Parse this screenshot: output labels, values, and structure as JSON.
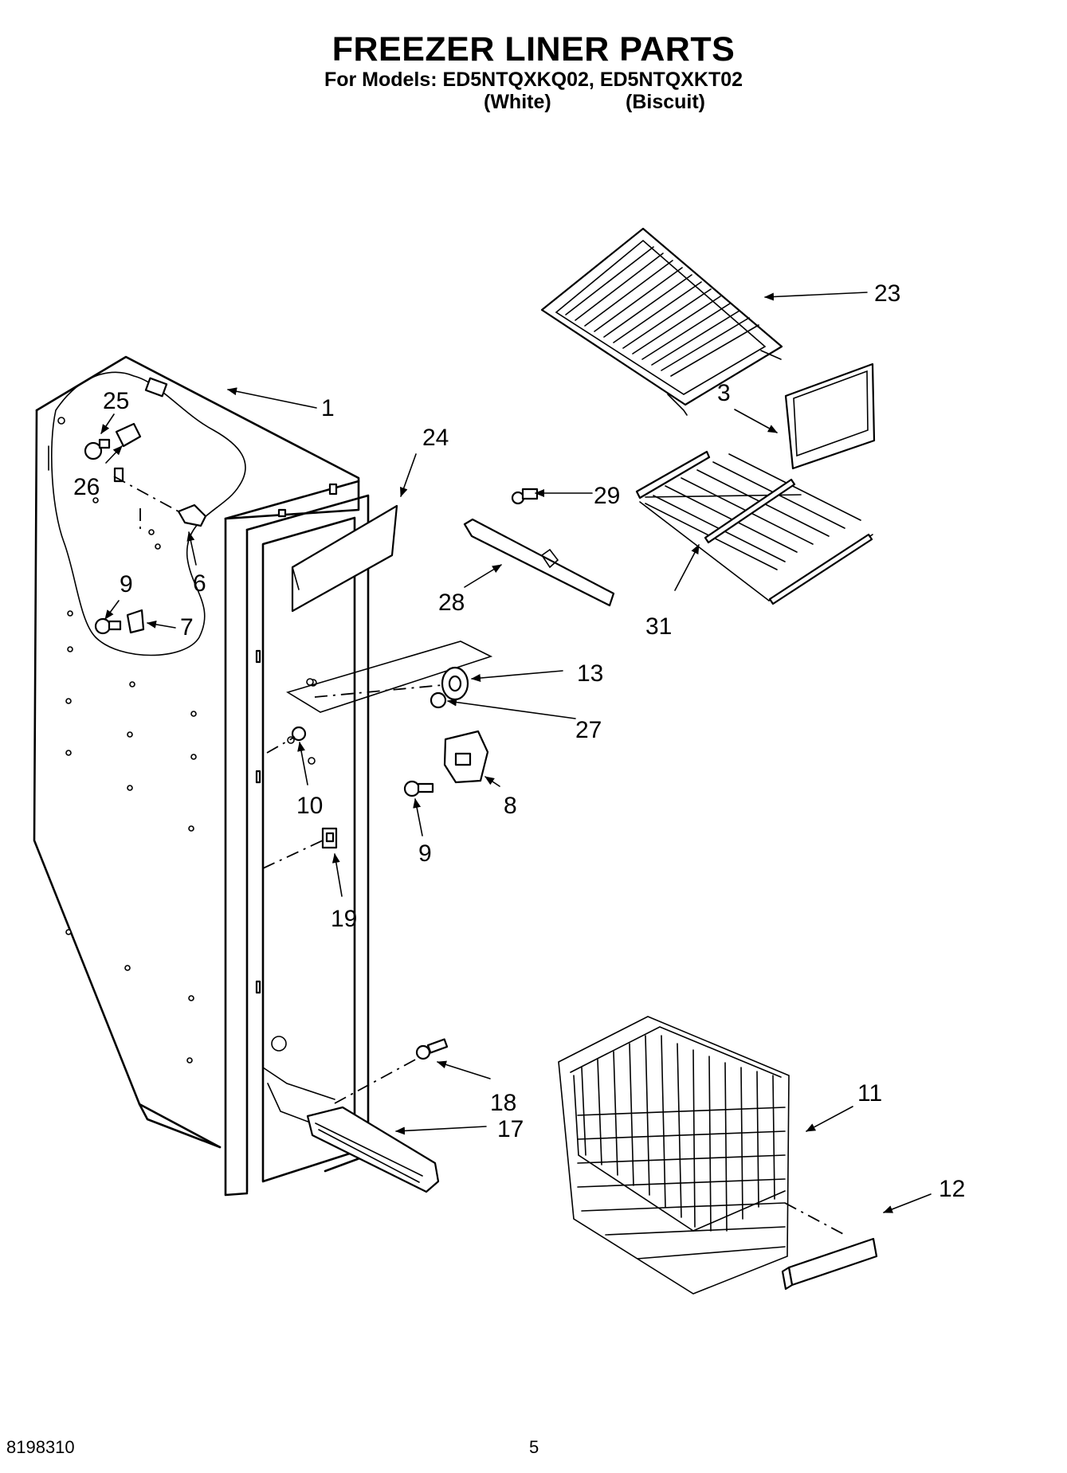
{
  "header": {
    "title": "FREEZER LINER PARTS",
    "subtitle": "For Models: ED5NTQXKQ02, ED5NTQXKT02",
    "variant_1": "(White)",
    "variant_2": "(Biscuit)"
  },
  "callouts": {
    "c1": "1",
    "c3": "3",
    "c6": "6",
    "c7": "7",
    "c8": "8",
    "c9a": "9",
    "c9b": "9",
    "c10": "10",
    "c11": "11",
    "c12": "12",
    "c13": "13",
    "c17": "17",
    "c18": "18",
    "c19": "19",
    "c23": "23",
    "c24": "24",
    "c25": "25",
    "c26": "26",
    "c27": "27",
    "c28": "28",
    "c29": "29",
    "c31": "31"
  },
  "footer": {
    "doc_number": "8198310",
    "page_number": "5"
  }
}
